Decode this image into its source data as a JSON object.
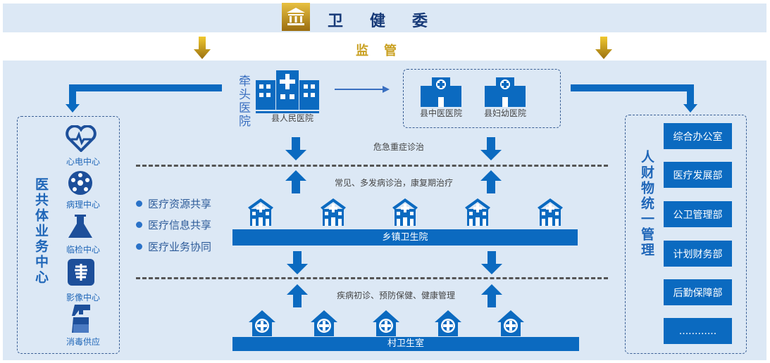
{
  "header": {
    "title": "卫健委",
    "supervise": "监管"
  },
  "lead": {
    "label": "牵头医院",
    "main_hospital": "县人民医院",
    "hospitals": [
      "县中医医院",
      "县妇幼医院"
    ]
  },
  "center": {
    "title": "医共体业务中心",
    "items": [
      {
        "label": "心电中心",
        "icon": "heart-ecg-icon"
      },
      {
        "label": "病理中心",
        "icon": "pathology-icon"
      },
      {
        "label": "临检中心",
        "icon": "flask-icon"
      },
      {
        "label": "影像中心",
        "icon": "xray-icon"
      },
      {
        "label": "消毒供应",
        "icon": "spray-icon"
      }
    ]
  },
  "flows": {
    "critical": "危急重症诊治",
    "common": "常见、多发病诊治，康复期治疗",
    "primary": "疾病初诊、预防保健、健康管理"
  },
  "sharing": [
    "医疗资源共享",
    "医疗信息共享",
    "医疗业务协同"
  ],
  "township": {
    "label": "乡镇卫生院",
    "count": 5
  },
  "village": {
    "label": "村卫生室",
    "count": 5
  },
  "management": {
    "title": "人财物统一管理",
    "departments": [
      "综合办公室",
      "医疗发展部",
      "公卫管理部",
      "计划财务部",
      "后勤保障部",
      "............"
    ]
  },
  "colors": {
    "primary": "#0b6ac0",
    "gold": "#c9a020",
    "background": "#dce8f5"
  }
}
